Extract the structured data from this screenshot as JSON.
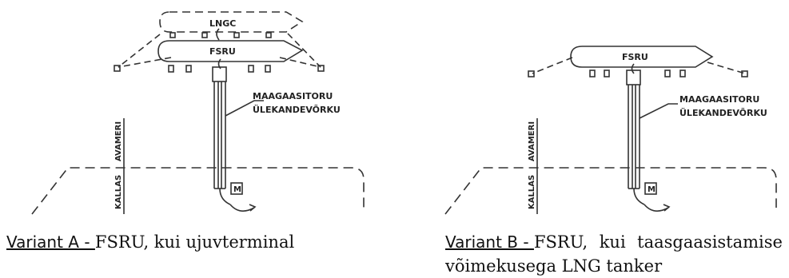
{
  "variant_a": {
    "lngc_label": "LNGC",
    "fsru_label": "FSRU",
    "pipeline_label_1": "MAAGAASITORU",
    "pipeline_label_2": "ÜLEKANDEVÕRKU",
    "shore_label_1": "KALLAS",
    "shore_label_2": "AVAMERI",
    "meter_label": "M",
    "caption_prefix": "Variant A - ",
    "caption_text": "FSRU, kui ujuvterminal"
  },
  "variant_b": {
    "fsru_label": "FSRU",
    "pipeline_label_1": "MAAGAASITORU",
    "pipeline_label_2": "ÜLEKANDEVÕRKU",
    "shore_label_1": "KALLAS",
    "shore_label_2": "AVAMERI",
    "meter_label": "M",
    "caption_prefix": "Variant B - ",
    "caption_line1_words": [
      "FSRU,",
      "kui",
      "taasgaasistamise"
    ],
    "caption_line2": "võimekusega LNG tanker"
  }
}
